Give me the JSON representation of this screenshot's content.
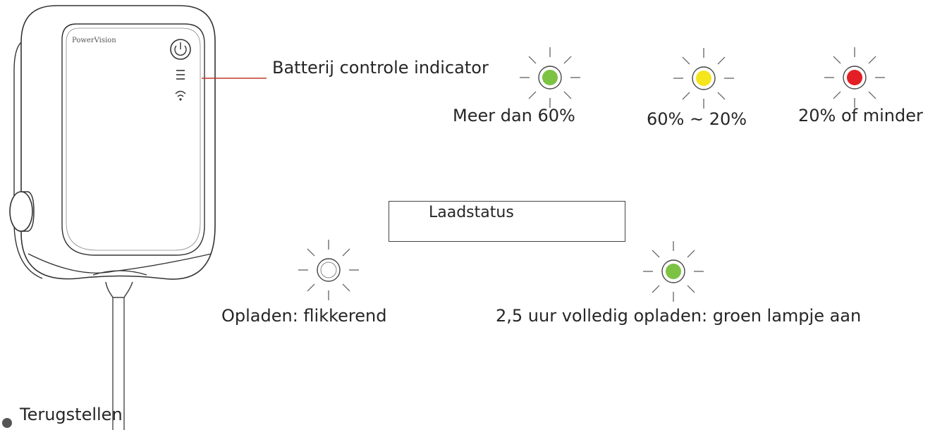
{
  "device": {
    "brand": "PowerVision"
  },
  "battery_indicator": {
    "label": "Batterij controle indicator",
    "levels": [
      {
        "label": "Meer dan 60%",
        "color": "#7cc243"
      },
      {
        "label": "60% ~ 20%",
        "color": "#f5e51c"
      },
      {
        "label": "20% of minder",
        "color": "#e31e24"
      }
    ]
  },
  "charging": {
    "title": "Laadstatus",
    "states": [
      {
        "label": "Opladen: flikkerend",
        "color": "#ffffff"
      },
      {
        "label": "2,5 uur volledig opladen: groen lampje aan",
        "color": "#7cc243"
      }
    ]
  },
  "reset": {
    "label": "Terugstellen"
  },
  "colors": {
    "callout_line": "#c0392b",
    "outline": "#333333"
  }
}
